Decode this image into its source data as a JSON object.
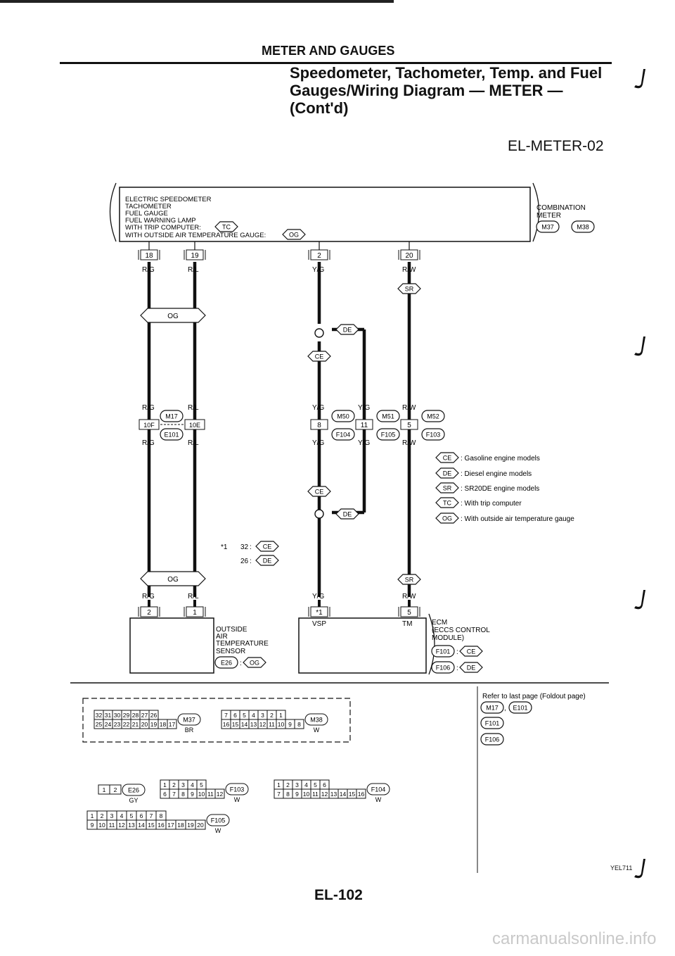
{
  "header": {
    "section": "METER AND GAUGES",
    "title_lines": [
      "Speedometer, Tachometer, Temp. and Fuel",
      "Gauges/Wiring Diagram — METER —",
      "(Cont'd)"
    ],
    "code": "EL-METER-02"
  },
  "meter": {
    "lines": [
      "ELECTRIC SPEEDOMETER",
      "TACHOMETER",
      "FUEL GAUGE",
      "FUEL WARNING LAMP",
      "WITH TRIP COMPUTER:",
      "WITH OUTSIDE AIR TEMPERATURE GAUGE:"
    ],
    "trip_tag": "TC",
    "temp_tag": "OG",
    "label": [
      "COMBINATION",
      "METER"
    ],
    "connectors": [
      "M37",
      "M38"
    ],
    "terminals": [
      "18",
      "19",
      "2",
      "20"
    ]
  },
  "wires": {
    "rg": "R/G",
    "rl": "R/L",
    "yg": "Y/G",
    "rw": "R/W"
  },
  "tags": {
    "og": "OG",
    "de": "DE",
    "ce": "CE",
    "sr": "SR",
    "tc": "TC"
  },
  "joints": {
    "left": {
      "top": "M17",
      "bottom": "E101",
      "pins": [
        "10F",
        "10E"
      ]
    },
    "mid": {
      "conn1": "M50",
      "conn1b": "F104",
      "pin1": "8",
      "conn2": "M51",
      "conn2b": "F105",
      "pin2": "11"
    },
    "right": {
      "conn": "M52",
      "connb": "F103",
      "pin": "5"
    }
  },
  "legend": [
    {
      "tag": "CE",
      "text": ": Gasoline engine models"
    },
    {
      "tag": "DE",
      "text": ": Diesel engine models"
    },
    {
      "tag": "SR",
      "text": ": SR20DE engine models"
    },
    {
      "tag": "TC",
      "text": ": With trip computer"
    },
    {
      "tag": "OG",
      "text": ": With outside air temperature gauge"
    }
  ],
  "note": {
    "mark": "*1",
    "ce_val": "32",
    "de_val": "26",
    "ce": "CE",
    "de": "DE"
  },
  "sensor": {
    "pins": [
      "2",
      "1"
    ],
    "lines": [
      "OUTSIDE",
      "AIR",
      "TEMPERATURE",
      "SENSOR"
    ],
    "conn": "E26",
    "tag": "OG"
  },
  "ecm": {
    "pins": [
      "*1",
      "5"
    ],
    "vsp": "VSP",
    "tm": "TM",
    "lines": [
      "ECM",
      "(ECCS CONTROL",
      "MODULE)"
    ],
    "conn1": "F101",
    "tag1": "CE",
    "conn2": "F106",
    "tag2": "DE"
  },
  "refer": {
    "text": "Refer to last page (Foldout page)",
    "items": [
      "M17",
      "E101",
      "F101",
      "F106"
    ]
  },
  "connector_views": {
    "m37": {
      "top": [
        "32",
        "31",
        "30",
        "29",
        "28",
        "27",
        "26"
      ],
      "bottom": [
        "25",
        "24",
        "23",
        "22",
        "21",
        "20",
        "19",
        "18",
        "17"
      ],
      "name": "M37",
      "color": "BR"
    },
    "m38": {
      "top": [
        "7",
        "6",
        "5",
        "4",
        "3",
        "2",
        "1"
      ],
      "bottom": [
        "16",
        "15",
        "14",
        "13",
        "12",
        "11",
        "10",
        "9",
        "8"
      ],
      "name": "M38",
      "color": "W"
    },
    "e26": {
      "pins": [
        "1",
        "2"
      ],
      "name": "E26",
      "color": "GY"
    },
    "f103": {
      "top": [
        "1",
        "2",
        "3",
        "4",
        "5"
      ],
      "bottom": [
        "6",
        "7",
        "8",
        "9",
        "10",
        "11",
        "12"
      ],
      "name": "F103",
      "color": "W"
    },
    "f104": {
      "top": [
        "1",
        "2",
        "3",
        "4",
        "5",
        "6"
      ],
      "bottom": [
        "7",
        "8",
        "9",
        "10",
        "11",
        "12",
        "13",
        "14",
        "15",
        "16"
      ],
      "name": "F104",
      "color": "W"
    },
    "f105": {
      "top": [
        "1",
        "2",
        "3",
        "4",
        "5",
        "6",
        "7",
        "8"
      ],
      "bottom": [
        "9",
        "10",
        "11",
        "12",
        "13",
        "14",
        "15",
        "16",
        "17",
        "18",
        "19",
        "20"
      ],
      "name": "F105",
      "color": "W"
    }
  },
  "footer": {
    "page": "EL-102",
    "ref_code": "YEL711",
    "watermark": "carmanualsonline.info"
  }
}
